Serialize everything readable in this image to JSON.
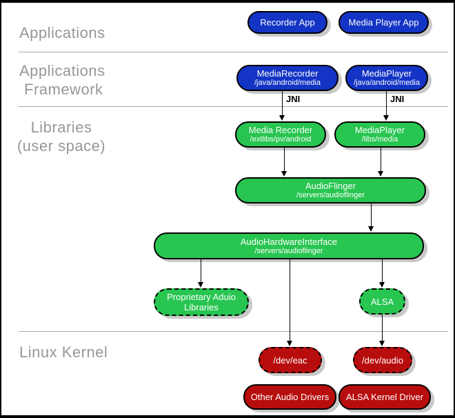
{
  "colors": {
    "app_blue": "#1334c4",
    "lib_green": "#28c551",
    "kernel_red": "#b80d0d",
    "shadow_gray": "#c9c9c9",
    "label_gray": "#979797",
    "divider_gray": "#a9a9a9",
    "box_text": "#ffffff"
  },
  "sections": {
    "applications": "Applications",
    "framework_line1": "Applications",
    "framework_line2": "Framework",
    "libraries_line1": "Libraries",
    "libraries_line2": "(user space)",
    "linux_kernel": "Linux Kernel"
  },
  "jni": {
    "left": "JNI",
    "right": "JNI"
  },
  "nodes": {
    "recorder_app": {
      "title": "Recorder App"
    },
    "media_player_app": {
      "title": "Media Player App"
    },
    "media_recorder_fw": {
      "title": "MediaRecorder",
      "subtitle": "/java/android/media"
    },
    "media_player_fw": {
      "title": "MediaPlayer",
      "subtitle": "/java/android/media"
    },
    "media_recorder_lib": {
      "title": "Media Recorder",
      "subtitle": "/extlibs/pv/android"
    },
    "media_player_lib": {
      "title": "MediaPlayer",
      "subtitle": "/libs/media"
    },
    "audioflinger": {
      "title": "AudioFlinger",
      "subtitle": "/servers/audioflinger"
    },
    "audio_hardware_interface": {
      "title": "AudioHardwareInterface",
      "subtitle": "/servers/audioflinger"
    },
    "proprietary_audio_libraries": {
      "title": "Proprietary Aduio Libraries"
    },
    "alsa": {
      "title": "ALSA"
    },
    "dev_eac": {
      "title": "/dev/eac"
    },
    "dev_audio": {
      "title": "/dev/audio"
    },
    "other_audio_drivers": {
      "title": "Other Audio Drivers"
    },
    "alsa_kernel_driver": {
      "title": "ALSA Kernel Driver"
    }
  }
}
